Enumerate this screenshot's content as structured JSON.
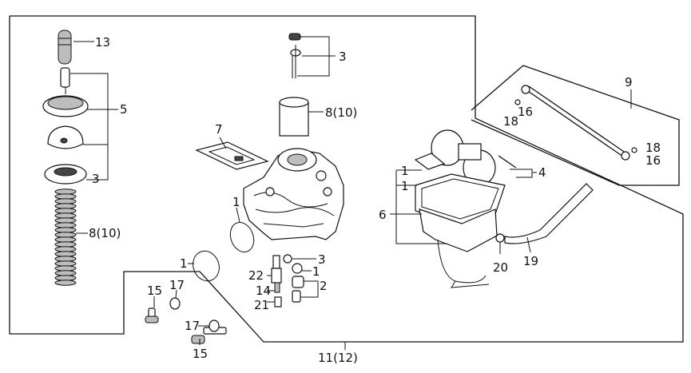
{
  "labels": {
    "l13": "13",
    "l5": "5",
    "l3a": "3",
    "l3b": "3",
    "l8_10": "8(10)",
    "l7": "7",
    "l1": "1",
    "l2": "2",
    "l22": "22",
    "l14": "14",
    "l21": "21",
    "l15": "15",
    "l17": "17",
    "l11_12": "11(12)",
    "l6": "6",
    "l4": "4",
    "l20": "20",
    "l19": "19",
    "l9": "9",
    "l16": "16",
    "l18": "18"
  }
}
